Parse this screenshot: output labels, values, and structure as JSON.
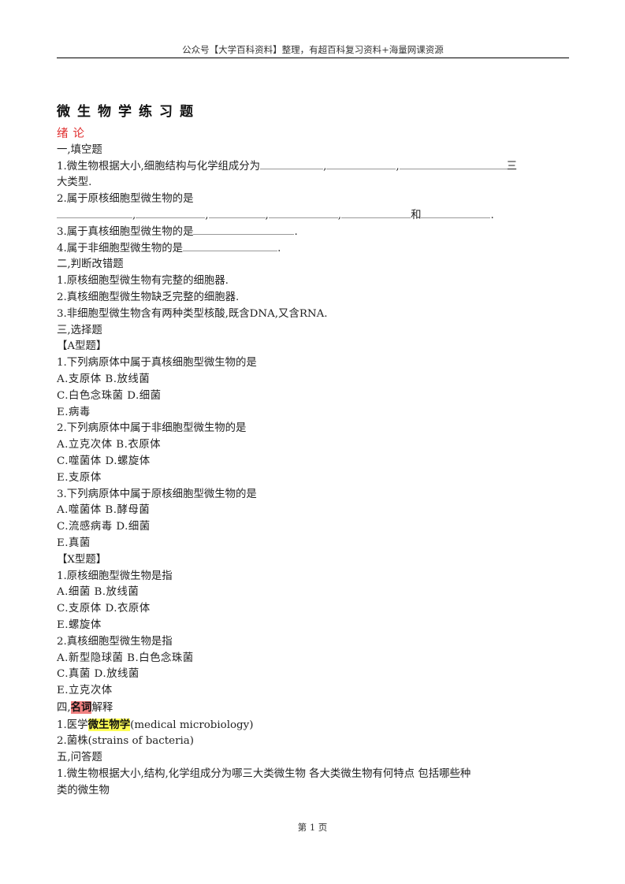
{
  "header": {
    "text": "公众号【大学百科资料】整理，有超百科复习资料+海量网课资源"
  },
  "title": "微生物学练习题",
  "chapter": "绪论",
  "sections": {
    "fill": {
      "heading": "一,填空题",
      "q1_prefix": "1.微生物根据大小,细胞结构与化学组成分为",
      "q1_suffix": "三",
      "q1_cont": "大类型.",
      "q2": "2.属于原核细胞型微生物的是",
      "q2_and": "和",
      "q3": "3.属于真核细胞型微生物的是",
      "q4": "4.属于非细胞型微生物的是",
      "comma": ",",
      "period": "."
    },
    "judge": {
      "heading": "二,判断改错题",
      "items": [
        "1.原核细胞型微生物有完整的细胞器.",
        "2.真核细胞型微生物缺乏完整的细胞器.",
        "3.非细胞型微生物含有两种类型核酸,既含DNA,又含RNA."
      ]
    },
    "choice": {
      "heading": "三,选择题",
      "a_type": "【A型题】",
      "a_questions": [
        {
          "q": "1.下列病原体中属于真核细胞型微生物的是",
          "l1": "A.支原体 B.放线菌",
          "l2": "C.白色念珠菌 D.细菌",
          "l3": "E.病毒"
        },
        {
          "q": "2.下列病原体中属于非细胞型微生物的是",
          "l1": "A.立克次体 B.衣原体",
          "l2": "C.噬菌体 D.螺旋体",
          "l3": "E.支原体"
        },
        {
          "q": "3.下列病原体中属于原核细胞型微生物的是",
          "l1": "A.噬菌体 B.酵母菌",
          "l2": "C.流感病毒 D.细菌",
          "l3": "E.真菌"
        }
      ],
      "x_type": "【X型题】",
      "x_questions": [
        {
          "q": "1.原核细胞型微生物是指",
          "l1": "A.细菌 B.放线菌",
          "l2": "C.支原体 D.衣原体",
          "l3": "E.螺旋体"
        },
        {
          "q": "2.真核细胞型微生物是指",
          "l1": "A.新型隐球菌 B.白色念珠菌",
          "l2": "C.真菌 D.放线菌",
          "l3": "E.立克次体"
        }
      ]
    },
    "terms": {
      "heading_prefix": "四,",
      "heading_highlight": "名词",
      "heading_suffix": "解释",
      "t1_prefix": "1.医学",
      "t1_highlight": "微生物学",
      "t1_suffix": "(medical microbiology)",
      "t2": "2.菌株(strains of bacteria)"
    },
    "qa": {
      "heading": "五,问答题",
      "q1_line1": "1.微生物根据大小,结构,化学组成分为哪三大类微生物 各大类微生物有何特点 包括哪些种",
      "q1_line2": "类的微生物"
    }
  },
  "footer": {
    "page": "第 1 页"
  },
  "colors": {
    "chapter_red": "#e03030",
    "highlight_red": "#f08080",
    "highlight_yellow": "#ffff55"
  }
}
